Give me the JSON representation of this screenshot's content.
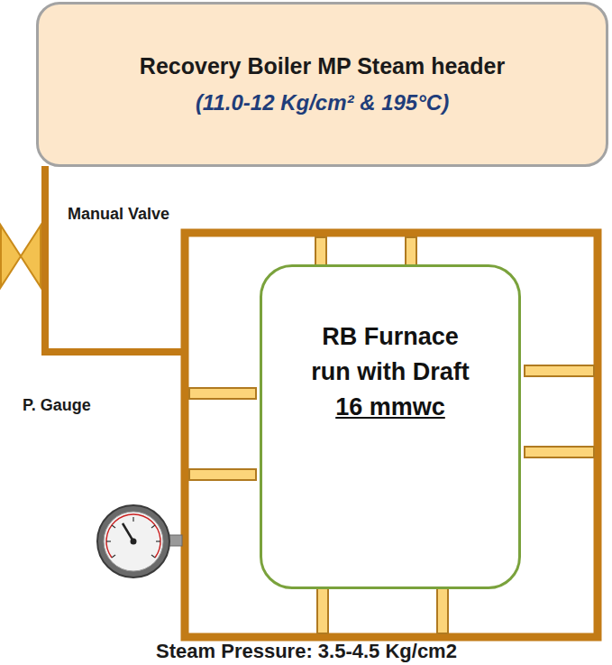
{
  "diagram": {
    "nodes": [
      {
        "text": [
          "Recovery Boiler MP Steam header",
          "(11.0-12 Kg/cm² & 195°C)"
        ]
      },
      {
        "text": [
          "RB Furnace run with Draft",
          "16 mmwc"
        ]
      }
    ],
    "labels": [
      "Manual Valve",
      "P. Gauge",
      "Steam Pressure: 3.5-4.5 Kg/cm2"
    ]
  }
}
